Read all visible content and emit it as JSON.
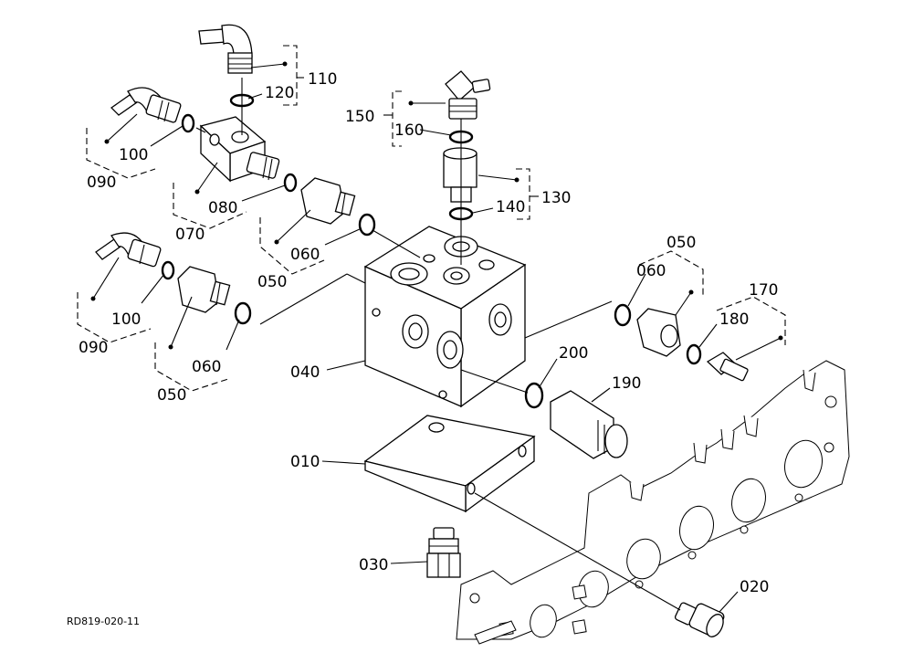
{
  "diagram": {
    "labels": {
      "p010": "010",
      "p020": "020",
      "p030": "030",
      "p040": "040",
      "p050_right": "050",
      "p050_left_mid": "050",
      "p050_left_low": "050",
      "p060_right": "060",
      "p060_left_mid": "060",
      "p060_left_low": "060",
      "p070": "070",
      "p080": "080",
      "p090_upper": "090",
      "p090_lower": "090",
      "p100_upper": "100",
      "p100_lower": "100",
      "p110": "110",
      "p120": "120",
      "p130": "130",
      "p140": "140",
      "p150": "150",
      "p160": "160",
      "p170": "170",
      "p180": "180",
      "p190": "190",
      "p200": "200"
    },
    "drawing_code": "RD819-020-11"
  }
}
